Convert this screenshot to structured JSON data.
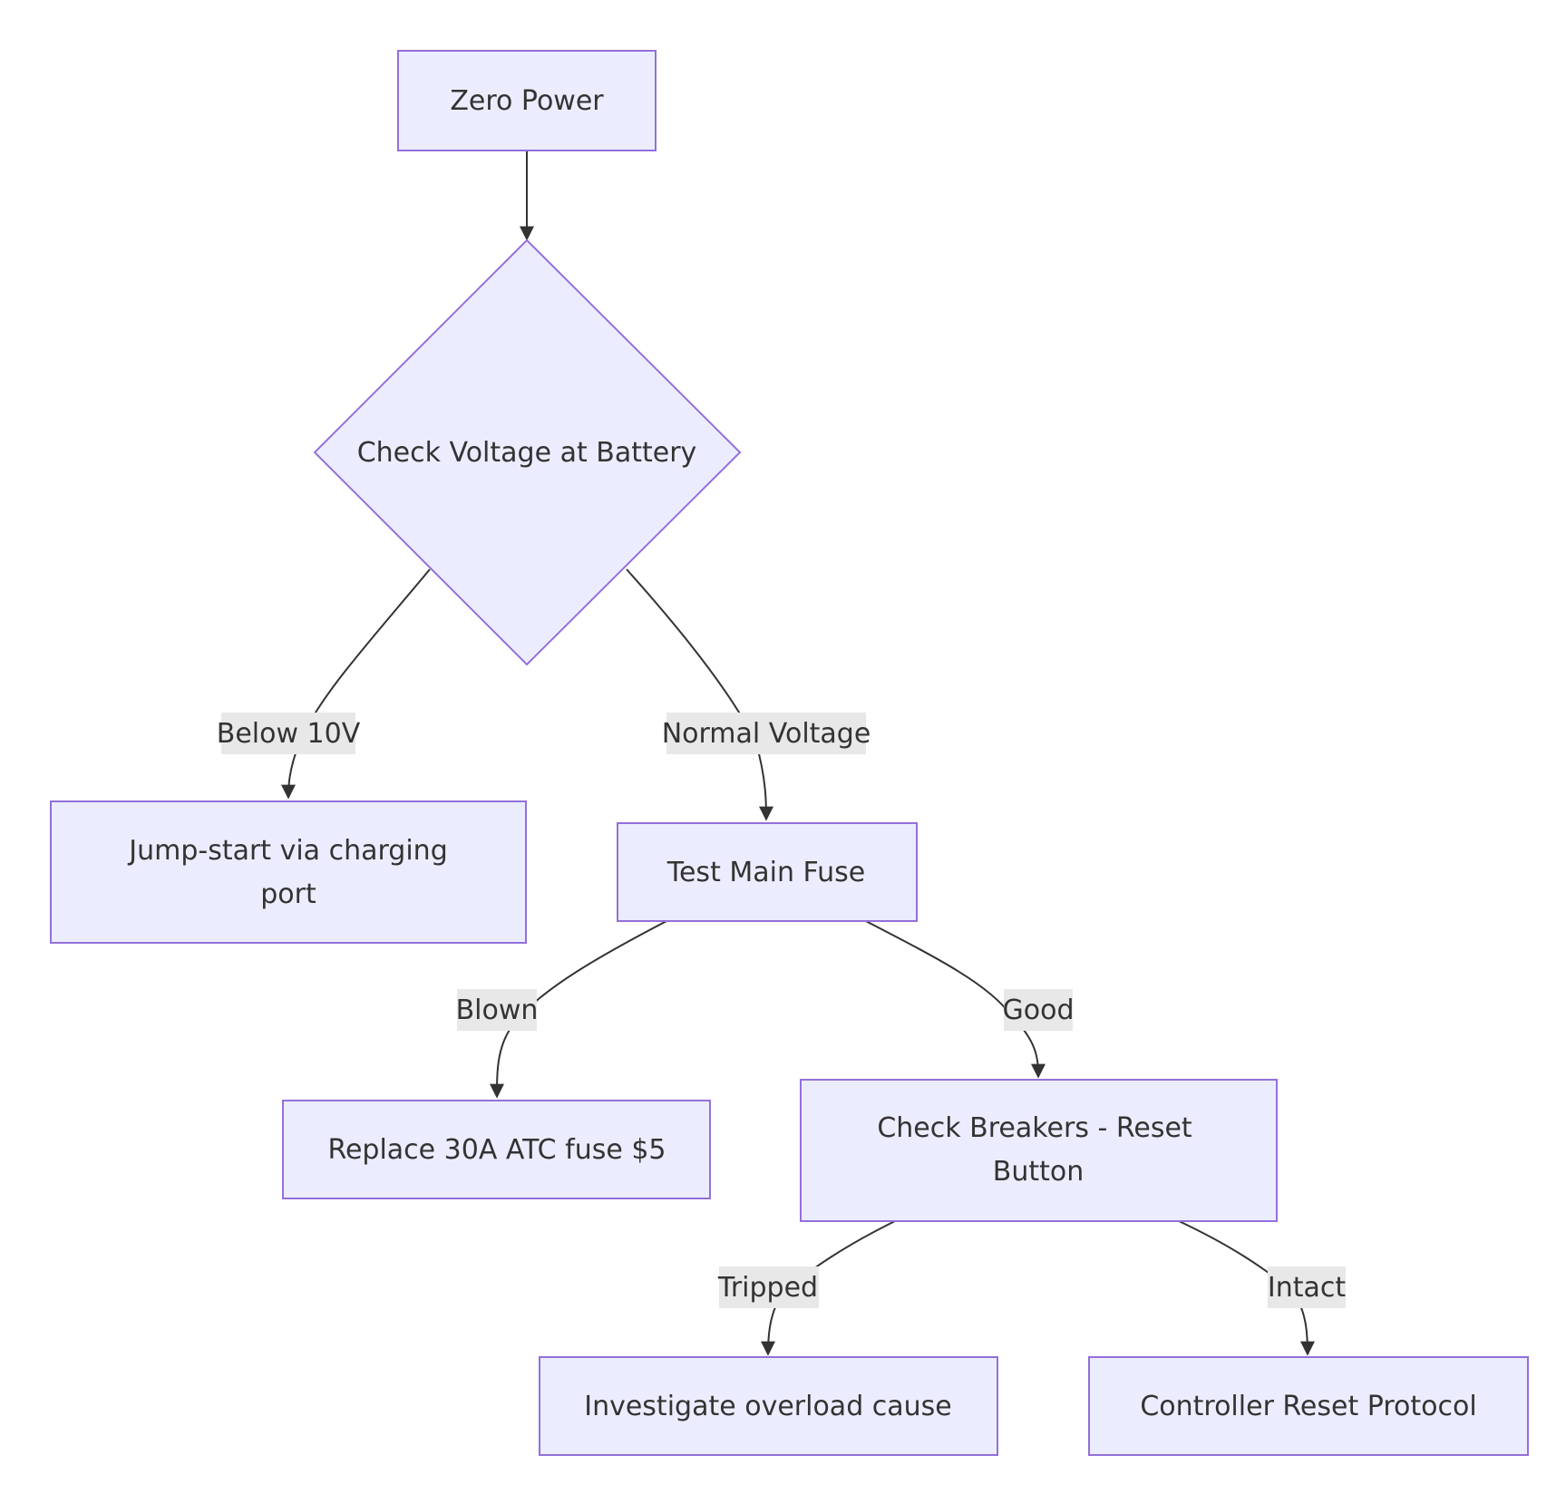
{
  "colors": {
    "node_fill": "#ececff",
    "node_stroke": "#9370db",
    "edge": "#333333",
    "label_bg": "#e8e8e8",
    "text": "#333333"
  },
  "nodes": {
    "zero_power": "Zero Power",
    "check_voltage": "Check Voltage at Battery",
    "jump_start_line1": "Jump-start via charging",
    "jump_start_line2": "port",
    "test_fuse": "Test Main Fuse",
    "replace_fuse": "Replace 30A ATC fuse $5",
    "check_breakers_line1": "Check Breakers - Reset",
    "check_breakers_line2": "Button",
    "investigate": "Investigate overload cause",
    "controller_reset": "Controller Reset Protocol"
  },
  "edges": {
    "below_10v": "Below 10V",
    "normal_voltage": "Normal Voltage",
    "blown": "Blown",
    "good": "Good",
    "tripped": "Tripped",
    "intact": "Intact"
  }
}
